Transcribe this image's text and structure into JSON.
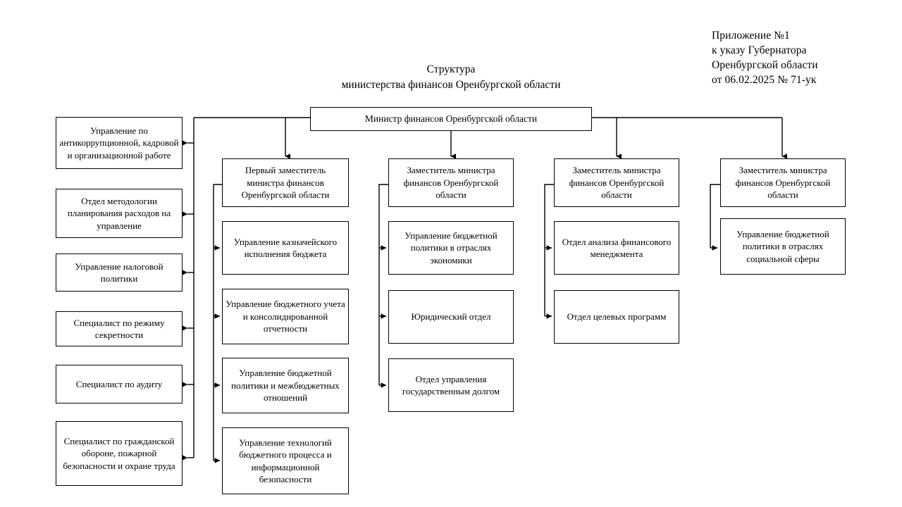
{
  "document": {
    "appendix": [
      "Приложение №1",
      "к указу Губернатора",
      "Оренбургской области",
      "от 06.02.2025  № 71-ук"
    ],
    "title_line1": "Структура",
    "title_line2": "министерства финансов Оренбургской области"
  },
  "chart_data": {
    "type": "diagram",
    "diagram_type": "organizational-chart",
    "title": "Структура министерства финансов Оренбургской области",
    "orientation": "top-down with left staff branch",
    "root": {
      "id": "minister",
      "label": "Министр финансов  Оренбургской области"
    },
    "left_branch": {
      "parent": "minister",
      "connector": "vertical spine at x=275 with left-pointing arrows",
      "items": [
        {
          "id": "l1",
          "label": "Управление по антикоррупционной, кадровой и организационной  работе"
        },
        {
          "id": "l2",
          "label": "Отдел методологии планирования  расходов на управление"
        },
        {
          "id": "l3",
          "label": "Управление налоговой политики"
        },
        {
          "id": "l4",
          "label": "Специалист по режиму секретности"
        },
        {
          "id": "l5",
          "label": "Специалист по аудиту"
        },
        {
          "id": "l6",
          "label": "Специалист по гражданской обороне, пожарной  безопасности и охране труда"
        }
      ]
    },
    "columns": [
      {
        "id": "col1",
        "head": {
          "id": "c1h",
          "label": "Первый заместитель министра финансов Оренбургской области"
        },
        "children": [
          {
            "id": "c1a",
            "label": "Управление казначейского исполнения  бюджета"
          },
          {
            "id": "c1b",
            "label": "Управление бюджетного учета и консолидированной отчетности"
          },
          {
            "id": "c1c",
            "label": "Управление бюджетной политики  и межбюджетных отношений"
          },
          {
            "id": "c1d",
            "label": "Управление технологий бюджетного процесса и информационной безопасности"
          }
        ]
      },
      {
        "id": "col2",
        "head": {
          "id": "c2h",
          "label": "Заместитель министра финансов Оренбургской области"
        },
        "children": [
          {
            "id": "c2a",
            "label": "Управление бюджетной политики  в отраслях экономики"
          },
          {
            "id": "c2b",
            "label": "Юридический отдел"
          },
          {
            "id": "c2c",
            "label": "Отдел управления государственным долгом"
          }
        ]
      },
      {
        "id": "col3",
        "head": {
          "id": "c3h",
          "label": "Заместитель министра финансов Оренбургской области"
        },
        "children": [
          {
            "id": "c3a",
            "label": "Отдел анализа финансового менеджмента"
          },
          {
            "id": "c3b",
            "label": "Отдел целевых программ"
          }
        ]
      },
      {
        "id": "col4",
        "head": {
          "id": "c4h",
          "label": "Заместитель министра финансов Оренбургской области"
        },
        "children": [
          {
            "id": "c4a",
            "label": "Управление бюджетной политики  в отраслях социальной сферы"
          }
        ]
      }
    ],
    "colors": {
      "background": "#ffffff",
      "box_border": "#000000",
      "connector": "#000000",
      "text": "#000000"
    }
  }
}
